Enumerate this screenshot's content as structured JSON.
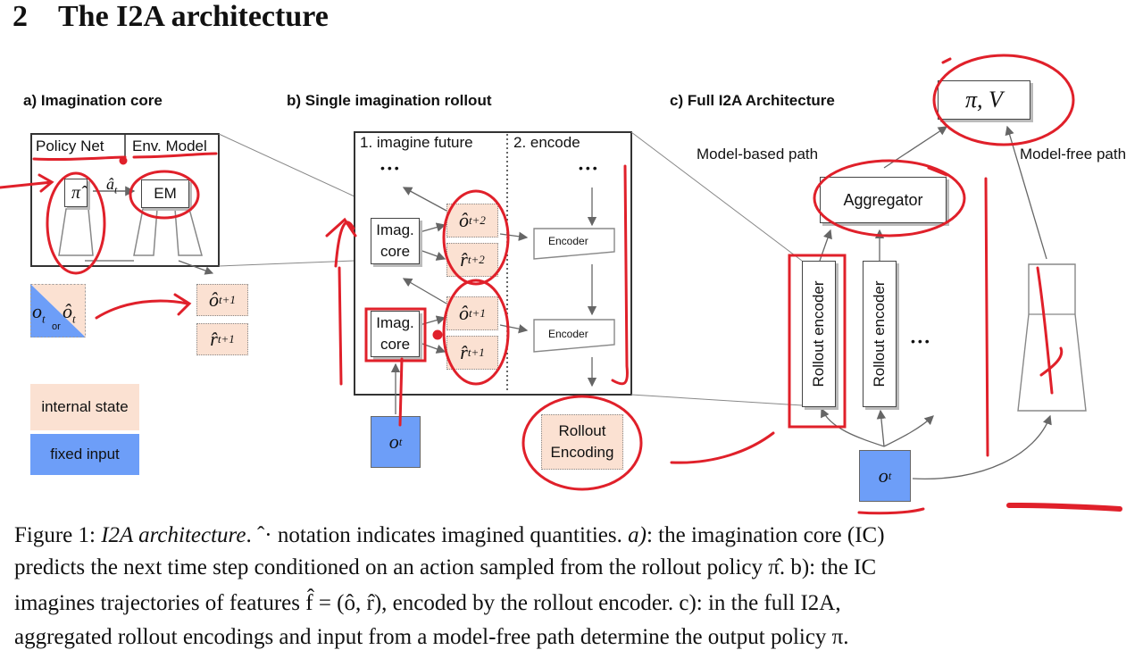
{
  "section": {
    "number": "2",
    "title": "The I2A architecture"
  },
  "panels": {
    "a": {
      "title": "a) Imagination core",
      "policy_net": "Policy Net",
      "env_model": "Env. Model",
      "pi_hat": "π̂",
      "action": "â",
      "action_sub": "t",
      "em": "EM",
      "input_o": "o",
      "input_sub": "t",
      "input_or": "or",
      "input_ohat": "ô",
      "input_ohat_sub": "t",
      "out_o": "ô",
      "out_o_sub": "t+1",
      "out_r": "r̂",
      "out_r_sub": "t+1"
    },
    "b": {
      "title": "b) Single imagination rollout",
      "step1": "1. imagine future",
      "step2": "2. encode",
      "dots": "•••",
      "imag_core": "Imag.\ncore",
      "o2": "ô",
      "o2_sub": "t+2",
      "r2": "r̂",
      "r2_sub": "t+2",
      "o1": "ô",
      "o1_sub": "t+1",
      "r1": "r̂",
      "r1_sub": "t+1",
      "encoder": "Encoder",
      "input": "o",
      "input_sub": "t",
      "rollout_encoding": "Rollout\nEncoding"
    },
    "c": {
      "title": "c) Full I2A Architecture",
      "model_based": "Model-based path",
      "model_free": "Model-free path",
      "output": "π, V",
      "aggregator": "Aggregator",
      "rollout_encoder": "Rollout encoder",
      "dots": "•••",
      "input": "o",
      "input_sub": "t"
    }
  },
  "legend": {
    "internal": "internal state",
    "fixed": "fixed input"
  },
  "caption": {
    "line1_a": "Figure 1: ",
    "line1_b": "I2A architecture",
    "line1_c": ". ˆ· notation indicates imagined quantities. ",
    "line1_d": "a)",
    "line1_e": ": the imagination core (IC)",
    "line2": "predicts the next time step conditioned on an action sampled from the rollout policy π̂. b): the IC",
    "line3": "imagines trajectories of features f̂ = (ô, r̂), encoded by the rollout encoder. c): in the full I2A,",
    "line4": "aggregated rollout encodings and input from a model-free path determine the output policy π."
  },
  "colors": {
    "internal_state": "#fbe1d2",
    "fixed_input": "#6d9ef8",
    "annotation": "#e0202a"
  }
}
